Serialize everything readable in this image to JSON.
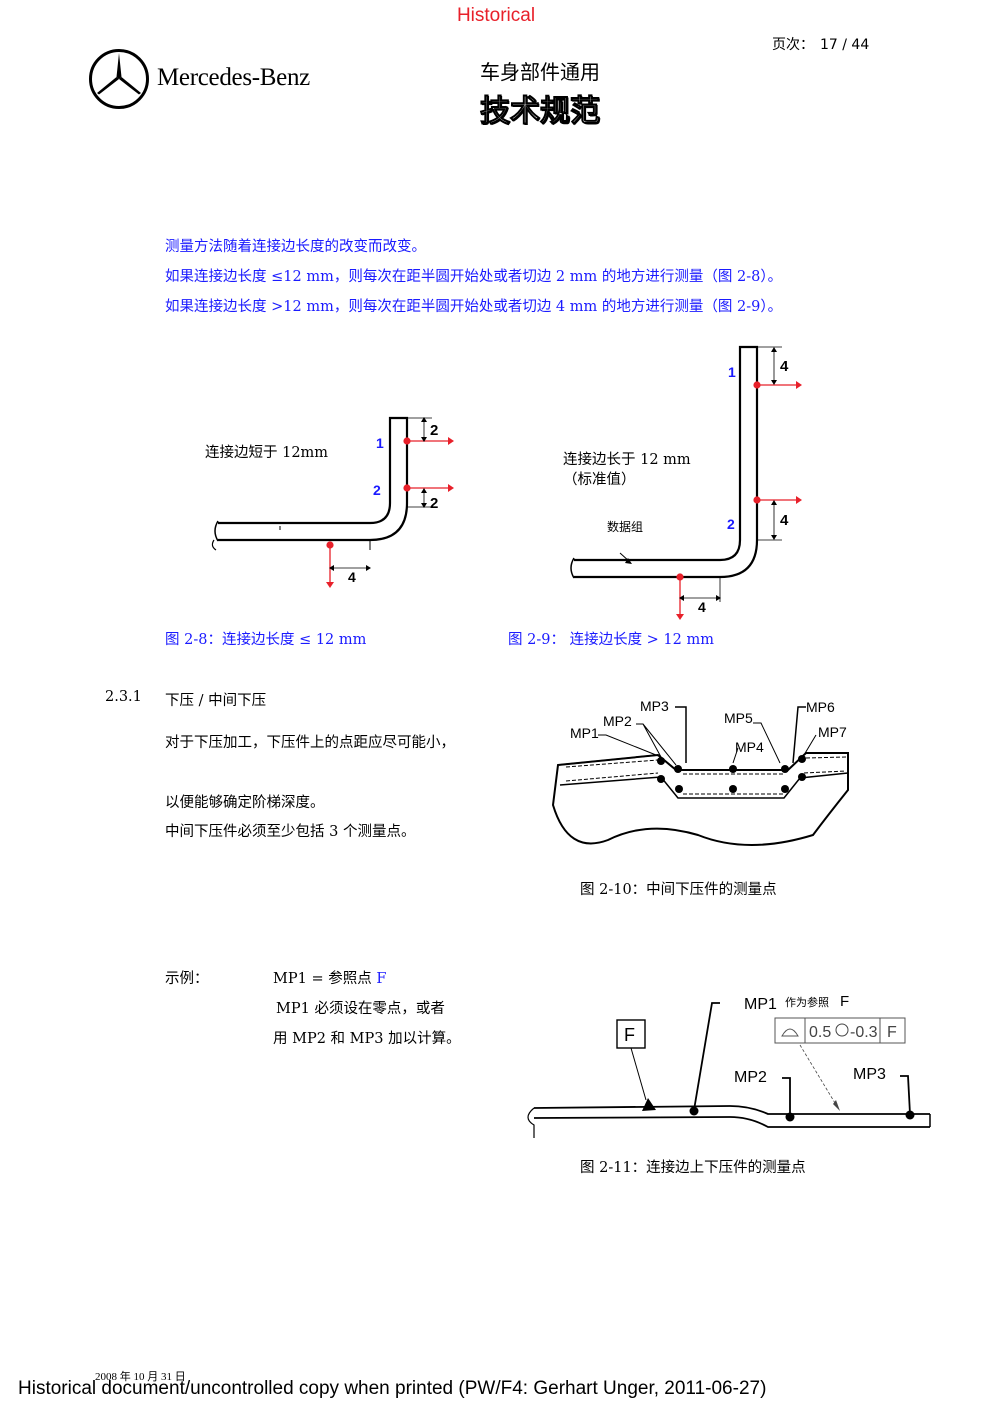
{
  "watermark": "Historical",
  "header": {
    "page_label": "页次：",
    "page_value": "17 / 44",
    "brand": "Mercedes-Benz",
    "title_line1": "车身部件通用",
    "title_line2": "技术规范"
  },
  "intro": [
    "测量方法随着连接边长度的改变而改变。",
    "如果连接边长度 ≤12 mm，则每次在距半圆开始处或者切边 2 mm 的地方进行测量（图 2-8）。",
    "如果连接边长度 >12 mm，则每次在距半圆开始处或者切边 4 mm 的地方进行测量（图 2-9）。"
  ],
  "fig8": {
    "label_text": "连接边短于 12mm",
    "n1": "1",
    "n2": "2",
    "dim_a": "2",
    "dim_b": "2",
    "dim_c": "4",
    "caption": "图 2-8：连接边长度 ≤ 12 mm"
  },
  "fig9": {
    "label_line1": "连接边长于  12 mm",
    "label_line2": "（标准值）",
    "data_group": "数据组",
    "n1": "1",
    "n2": "2",
    "dim_a": "4",
    "dim_b": "4",
    "dim_c": "4",
    "caption": "图 2-9： 连接边长度 > 12 mm"
  },
  "section": {
    "number": "2.3.1",
    "title": "下压 / 中间下压",
    "line1": "对于下压加工，下压件上的点距应尽可能小，",
    "line2": "以便能够确定阶梯深度。",
    "line3": "中间下压件必须至少包括 3 个测量点。"
  },
  "fig10": {
    "labels": [
      "MP1",
      "MP2",
      "MP3",
      "MP4",
      "MP5",
      "MP6",
      "MP7"
    ],
    "caption": "图 2-10：中间下压件的测量点"
  },
  "example": {
    "label": "示例：",
    "line1_prefix": "MP1 = 参照点 ",
    "line1_ref": "F",
    "line2": "MP1 必须设在零点，或者",
    "line3": "用 MP2 和 MP3 加以计算。"
  },
  "fig11": {
    "f_box": "F",
    "mp1": "MP1",
    "ref_note": "作为参照",
    "ref_letter": "F",
    "tol_value": "0.5",
    "tol_b": "-0.3",
    "tol_ref": "F",
    "mp2": "MP2",
    "mp3": "MP3",
    "caption": "图 2-11：连接边上下压件的测量点"
  },
  "footer": {
    "date": "2008 年 10 月 31 日",
    "notice": "Historical document/uncontrolled copy when printed (PW/F4: Gerhart Unger, 2011-06-27)"
  },
  "colors": {
    "watermark": "#e8202a",
    "blue_text": "#1a1aff",
    "marker_red": "#e8202a"
  }
}
